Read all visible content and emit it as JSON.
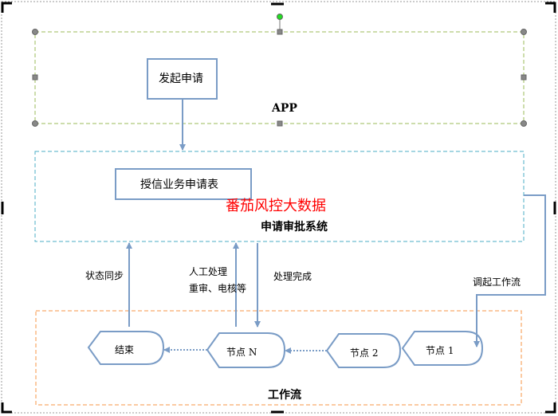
{
  "app_group": {
    "title": "APP",
    "start_box": "发起申请"
  },
  "approval_group": {
    "title": "申请审批系统",
    "form_box": "授信业务申请表"
  },
  "watermark": "番茄风控大数据",
  "workflow_group": {
    "title": "工作流",
    "nodes": [
      "节点 1",
      "节点 2",
      "节点 N",
      "结束"
    ]
  },
  "edge_labels": {
    "status_sync": "状态同步",
    "manual_line1": "人工处理",
    "manual_line2": "重审、电核等",
    "done": "处理完成",
    "invoke": "调起工作流"
  },
  "colors": {
    "connector": "#7a9cc6",
    "app_border": "#9bbb59",
    "approval_border": "#4bacc6",
    "workflow_border": "#f79646",
    "watermark": "#ff0000"
  }
}
